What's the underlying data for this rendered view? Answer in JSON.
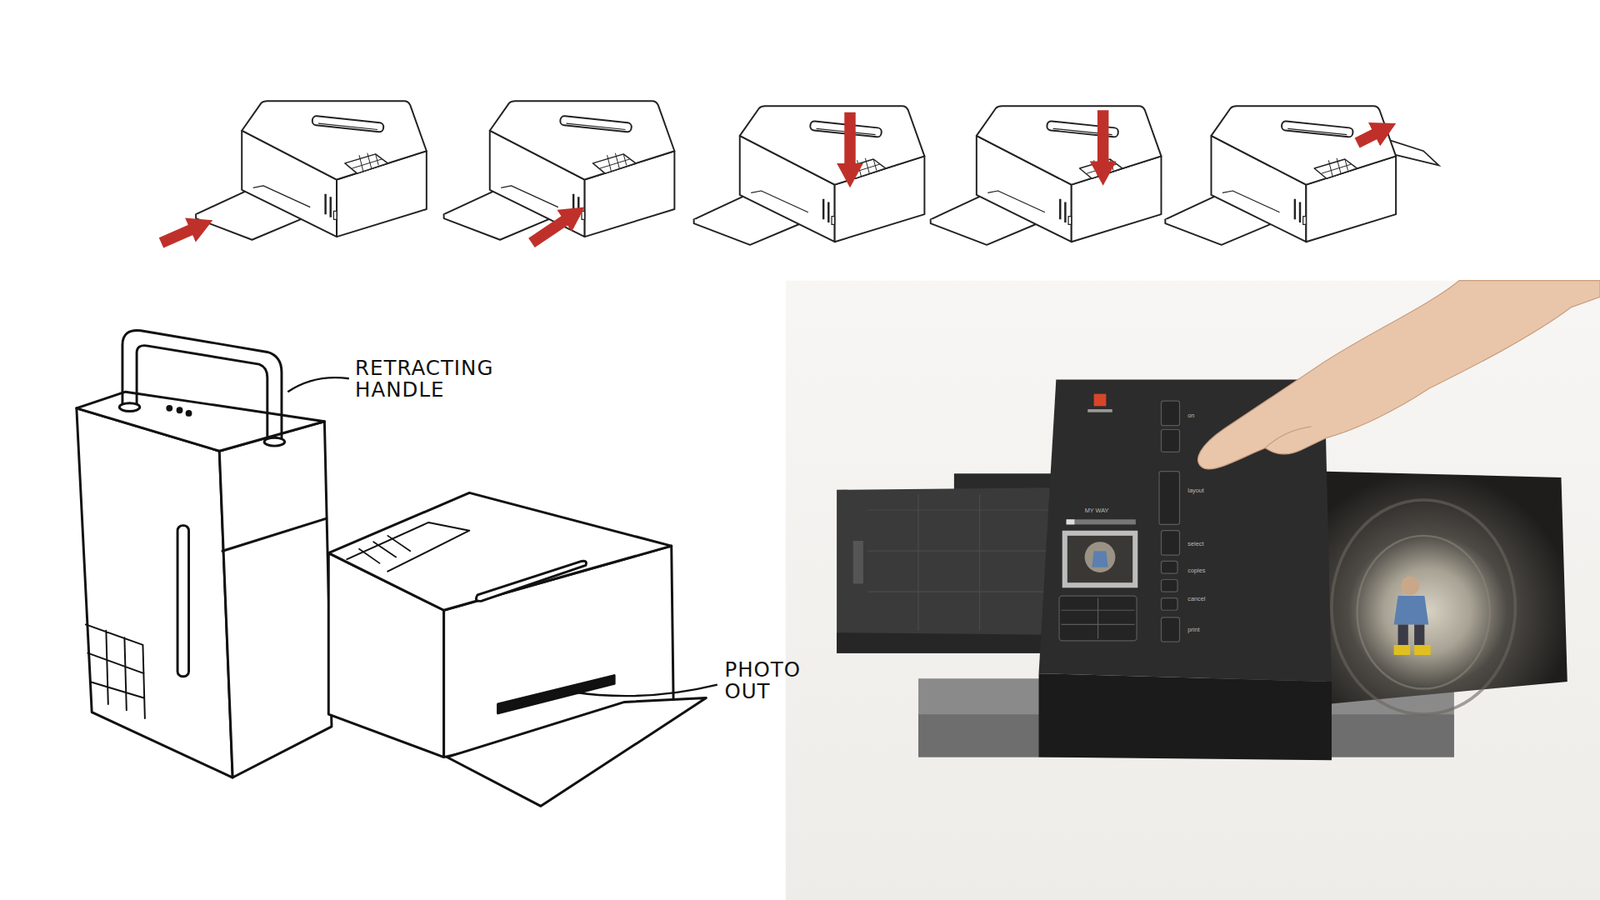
{
  "diagram": {
    "labels": [
      "RETRACTING HANDLE",
      "PHOTO OUT",
      "MY WAY",
      "on",
      "layout",
      "select",
      "copies",
      "cancel",
      "print"
    ]
  }
}
